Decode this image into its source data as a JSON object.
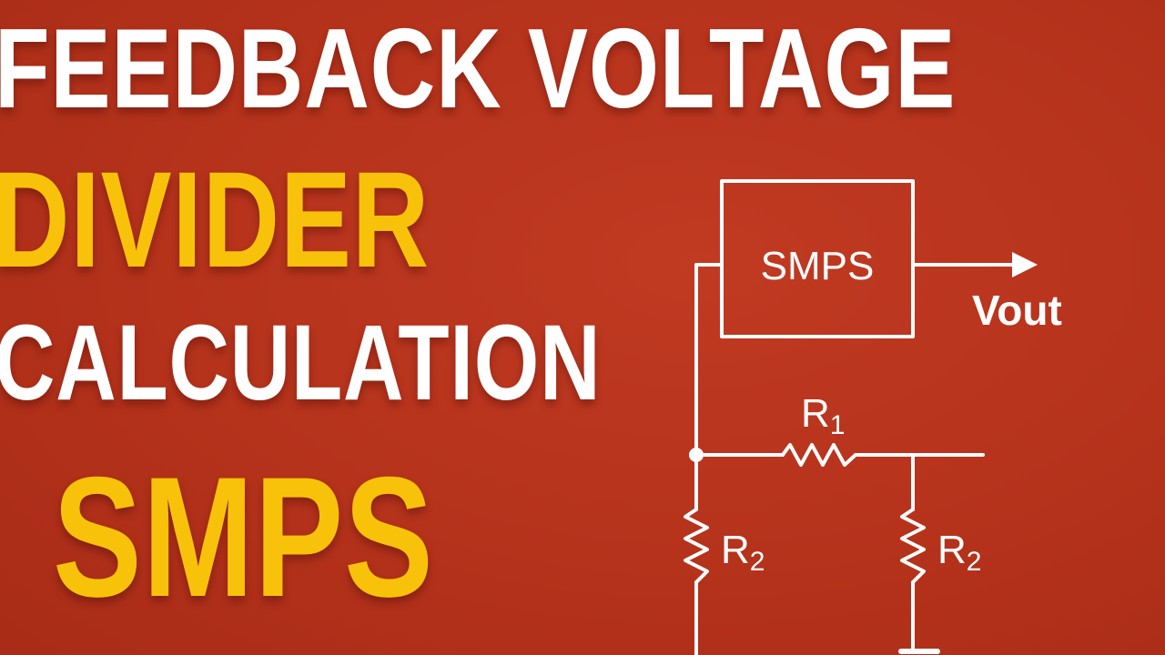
{
  "title": {
    "line1": "FEEDBACK VOLTAGE",
    "line2": "DIVIDER",
    "line3": "CALCULATION",
    "line4": "SMPS"
  },
  "diagram": {
    "block_label": "SMPS",
    "output_label": "Vout",
    "r1_main": "R",
    "r1_sub": "1",
    "r2_left_main": "R",
    "r2_left_sub": "2",
    "r2_right_main": "R",
    "r2_right_sub": "2"
  },
  "colors": {
    "background": "#b5321b",
    "white_text": "#ffffff",
    "yellow_text": "#f9c20a",
    "wire": "#ffffff"
  }
}
